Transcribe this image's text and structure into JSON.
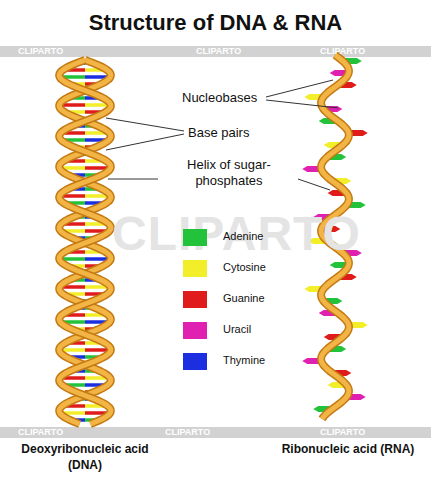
{
  "diagram": {
    "title": "Structure of DNA & RNA",
    "labels": [
      "CLIPARTO",
      "CLIPARTO",
      "CLIPARTO",
      "Nucleobases",
      "Base pairs",
      "Helix of sugar-phosphates",
      "CLIPARTO",
      "CLIPARTO",
      "CLIPARTO",
      "CLIPARTO",
      "Deoxyribonucleic acid (DNA)",
      "Ribonucleic acid (RNA)"
    ],
    "legend": [
      {
        "text": "Adenine",
        "color": "#22c33a"
      },
      {
        "text": "Cytosine",
        "color": "#f3ee2a"
      },
      {
        "text": "Guanine",
        "color": "#e01b1b"
      },
      {
        "text": "Uracil",
        "color": "#e020b0"
      },
      {
        "text": "Thymine",
        "color": "#1c2fe0"
      }
    ]
  }
}
